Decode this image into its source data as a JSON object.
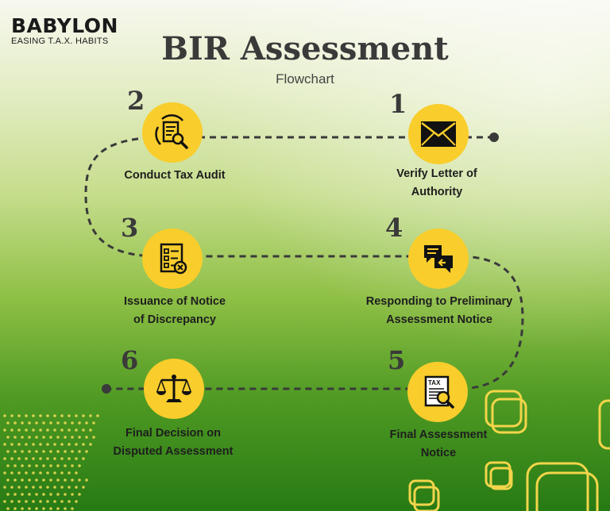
{
  "logo": {
    "word": "BABYLON",
    "tagline": "EASING T.A.X. HABITS"
  },
  "title": "BIR Assessment",
  "subtitle": "Flowchart",
  "colors": {
    "circle": "#f9cd2c",
    "path": "#3a3a3a",
    "title": "#3a3a3a"
  },
  "steps": [
    {
      "number": "1",
      "line1": "Verify Letter of",
      "line2": "Authority",
      "icon": "envelope-icon"
    },
    {
      "number": "2",
      "line1": "Conduct Tax Audit",
      "line2": "",
      "icon": "document-search-icon"
    },
    {
      "number": "3",
      "line1": "Issuance of Notice",
      "line2": "of Discrepancy",
      "icon": "checklist-icon"
    },
    {
      "number": "4",
      "line1": "Responding to Preliminary",
      "line2": "Assessment Notice",
      "icon": "chat-reply-icon"
    },
    {
      "number": "5",
      "line1": "Final Assessment",
      "line2": "Notice",
      "icon": "tax-document-icon"
    },
    {
      "number": "6",
      "line1": "Final Decision on",
      "line2": "Disputed Assessment",
      "icon": "scales-icon"
    }
  ]
}
